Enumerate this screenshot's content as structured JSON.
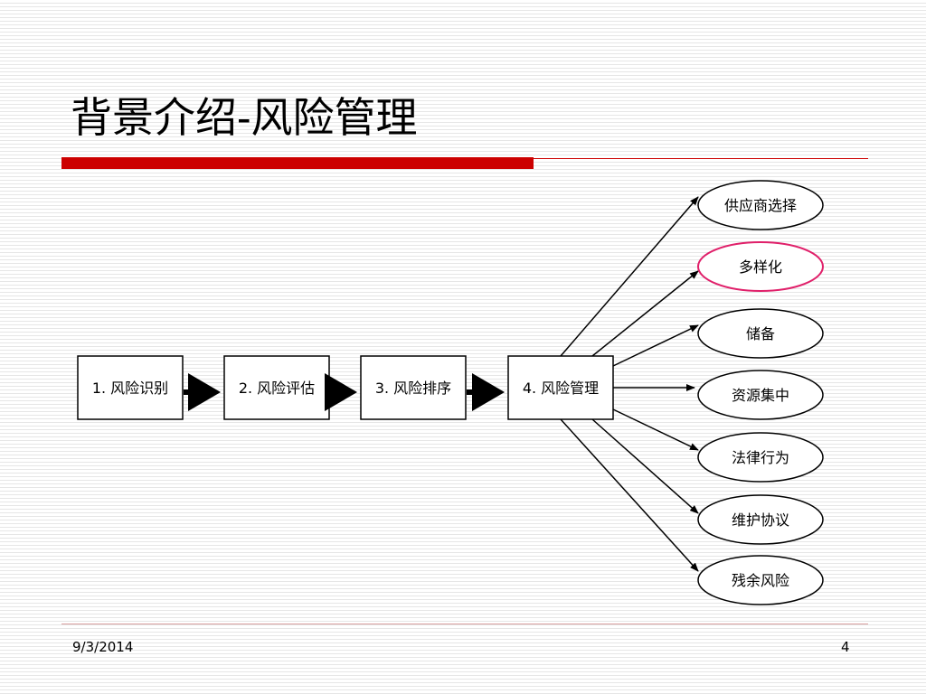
{
  "slide": {
    "title": "背景介绍-风险管理",
    "date": "9/3/2014",
    "page_number": "4"
  },
  "process_steps": [
    "1. 风险识别",
    "2. 风险评估",
    "3. 风险排序",
    "4. 风险管理"
  ],
  "strategies": [
    "供应商选择",
    "多样化",
    "储备",
    "资源集中",
    "法律行为",
    "维护协议",
    "残余风险"
  ],
  "colors": {
    "title_bar": "#cc0000",
    "highlight_ellipse": "#e0206a",
    "stroke": "#000000"
  },
  "highlighted_strategy": "多样化"
}
